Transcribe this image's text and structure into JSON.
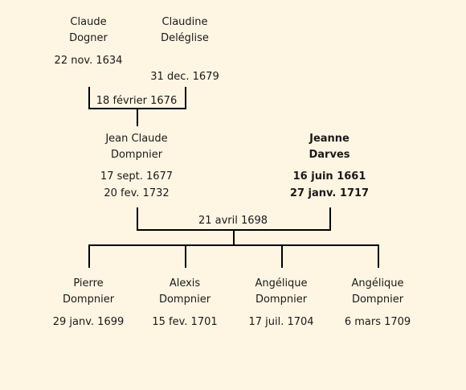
{
  "colors": {
    "background": "#FFF5E3",
    "line": "#000000",
    "text": "#1a1a1a"
  },
  "grandparents": {
    "father": {
      "first_name": "Claude",
      "last_name": "Dogner",
      "birth": "22 nov. 1634"
    },
    "mother": {
      "first_name": "Claudine",
      "last_name": "Deléglise",
      "birth": "31 dec. 1679"
    },
    "marriage": "18 février 1676"
  },
  "parents": {
    "father": {
      "first_name": "Jean Claude",
      "last_name": "Dompnier",
      "birth": "17 sept. 1677",
      "death": "20 fev. 1732"
    },
    "mother": {
      "first_name": "Jeanne",
      "last_name": "Darves",
      "birth": "16 juin 1661",
      "death": "27 janv. 1717"
    },
    "marriage": "21 avril 1698"
  },
  "children": [
    {
      "first_name": "Pierre",
      "last_name": "Dompnier",
      "birth": "29 janv. 1699"
    },
    {
      "first_name": "Alexis",
      "last_name": "Dompnier",
      "birth": "15 fev. 1701"
    },
    {
      "first_name": "Angélique",
      "last_name": "Dompnier",
      "birth": "17 juil. 1704"
    },
    {
      "first_name": "Angélique",
      "last_name": "Dompnier",
      "birth": "6 mars 1709"
    }
  ]
}
